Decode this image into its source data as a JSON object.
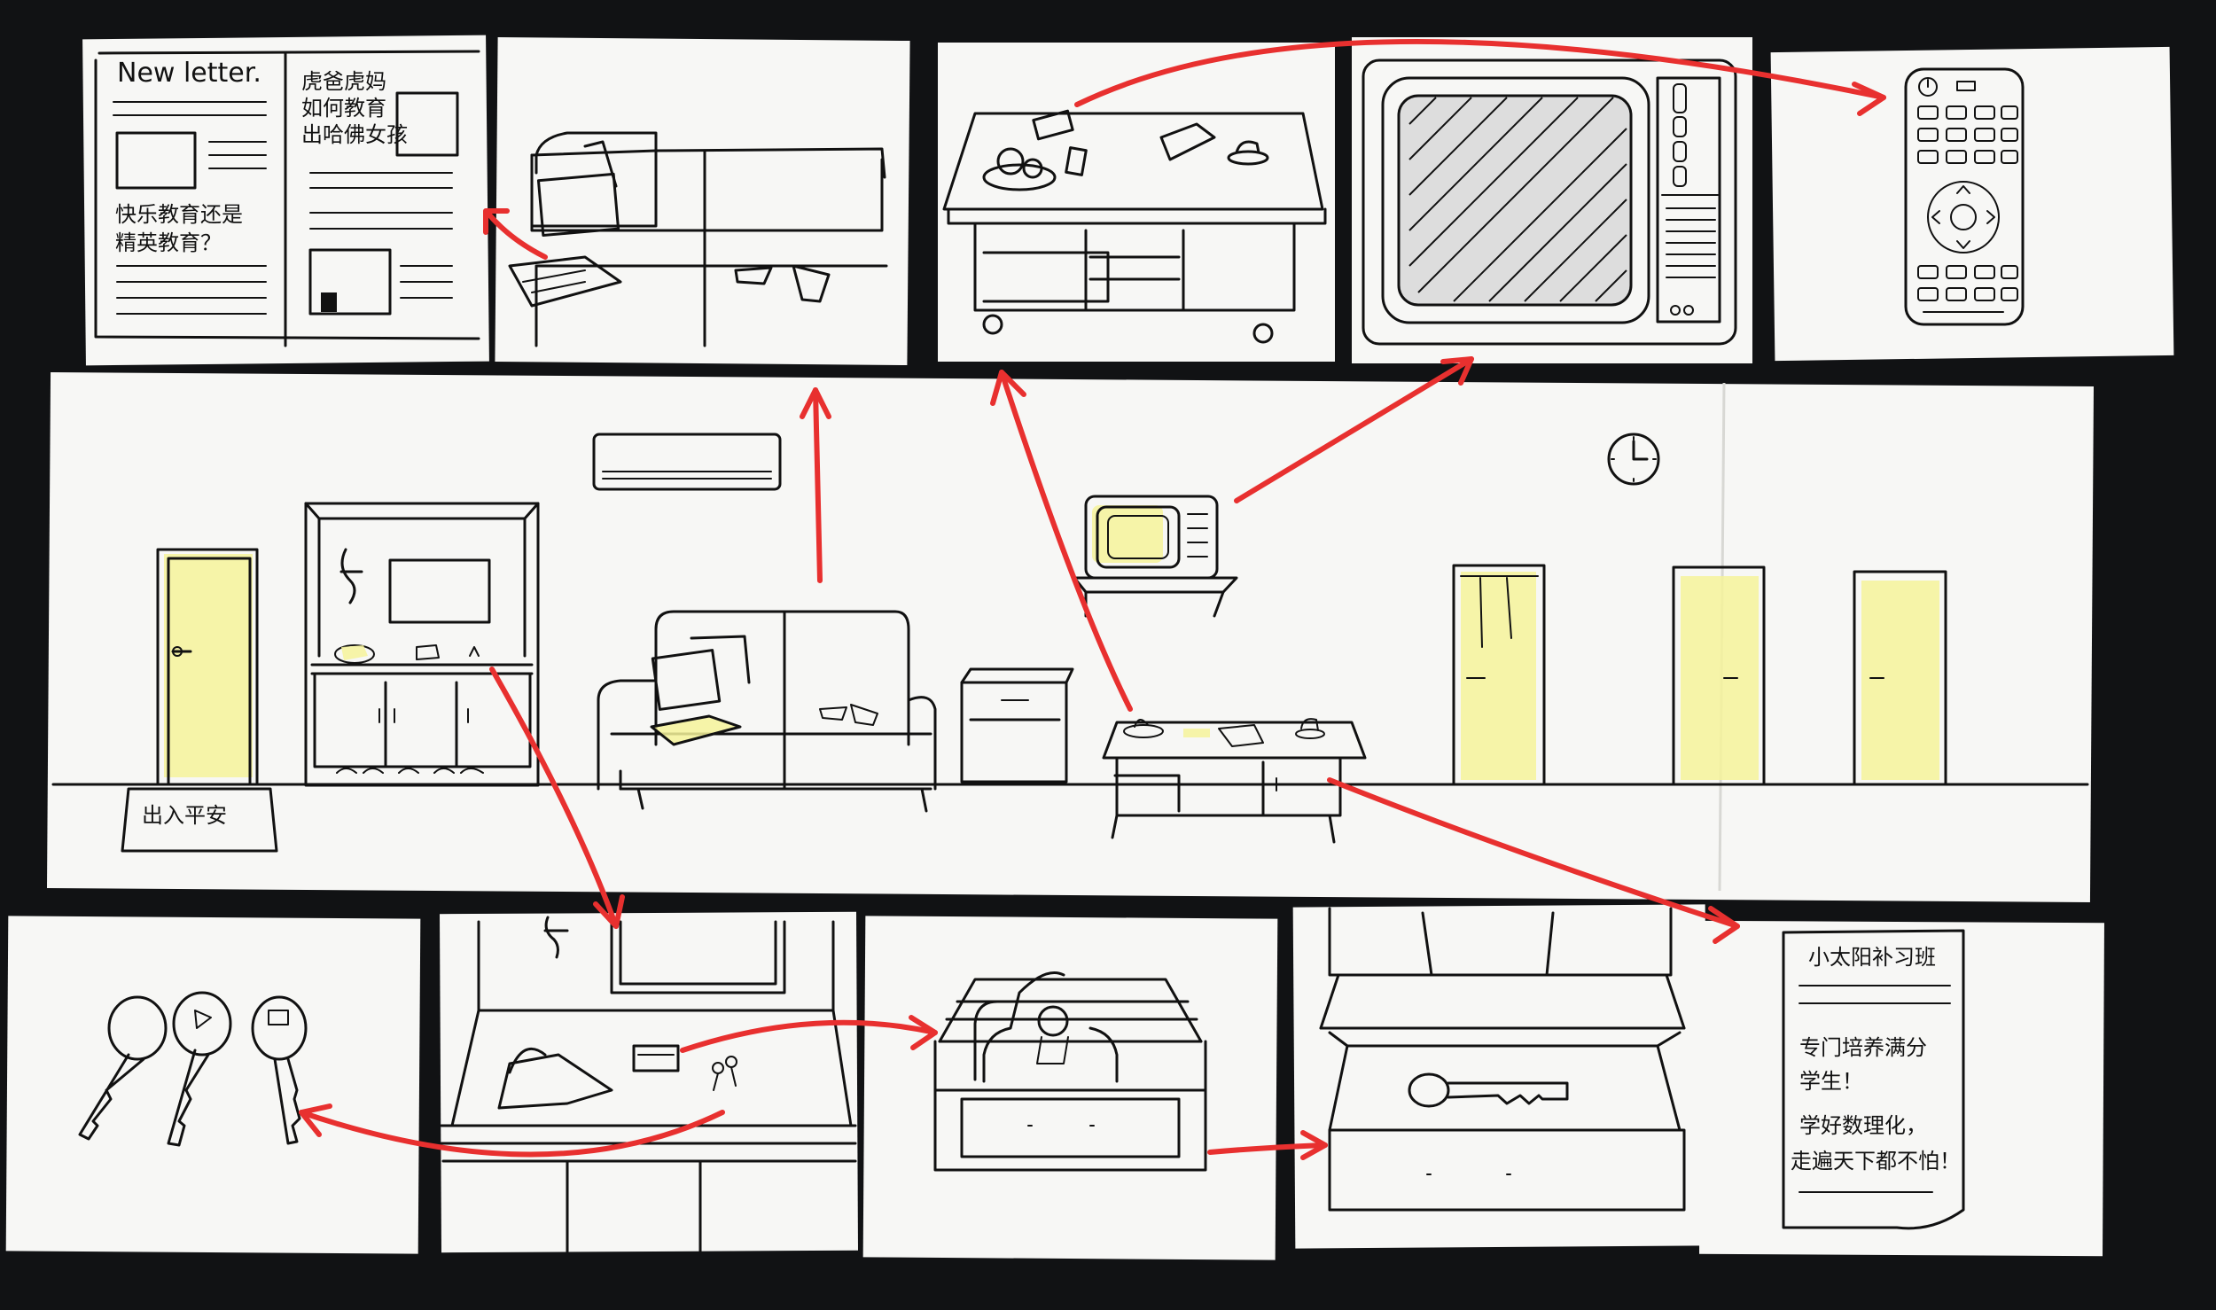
{
  "colors": {
    "background": "#111214",
    "paper": "#f7f7f5",
    "ink": "#111111",
    "highlight": "#f6f39a",
    "arrow": "#e8302f"
  },
  "newsletter": {
    "title": "New letter.",
    "col2_line1": "虎爸虎妈",
    "col2_line2": "如何教育",
    "col2_line3": "出哈佛女孩",
    "col1_line1": "快乐教育还是",
    "col1_line2": "精英教育？"
  },
  "room": {
    "doormat_text": "出入平安"
  },
  "flyer": {
    "title": "小太阳补习班",
    "line1": "专门培养满分",
    "line2": "学生！",
    "line3": "学好数理化，",
    "line4": "走遍天下都不怕！"
  },
  "icons": [
    "door",
    "shoe-cabinet",
    "air-conditioner",
    "sofa",
    "nightstand",
    "television",
    "coffee-table",
    "wall-clock",
    "remote-control",
    "keys",
    "drawer-key",
    "arrow"
  ]
}
